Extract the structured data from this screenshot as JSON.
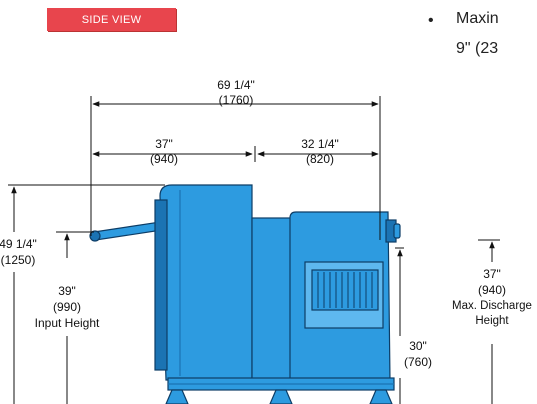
{
  "badge": {
    "label": "SIDE VIEW"
  },
  "bullet": {
    "symbol": "•",
    "line1": "Maxin",
    "line2": "9\" (23"
  },
  "dimensions": {
    "overall_length": {
      "in": "69 1/4\"",
      "mm": "(1760)"
    },
    "front_section": {
      "in": "37\"",
      "mm": "(940)"
    },
    "rear_section": {
      "in": "32 1/4\"",
      "mm": "(820)"
    },
    "overall_height": {
      "in": "49 1/4\"",
      "mm": "(1250)"
    },
    "input_height": {
      "in": "39\"",
      "mm": "(990)",
      "label": "Input Height"
    },
    "lower_height": {
      "in": "30\"",
      "mm": "(760)"
    },
    "discharge_height": {
      "in": "37\"",
      "mm": "(940)",
      "label1": "Max. Discharge",
      "label2": "Height"
    }
  },
  "colors": {
    "machine": "#2d9be0",
    "machine_dark": "#1b73b3",
    "outline": "#0d3d66",
    "accent": "#e8454d"
  }
}
